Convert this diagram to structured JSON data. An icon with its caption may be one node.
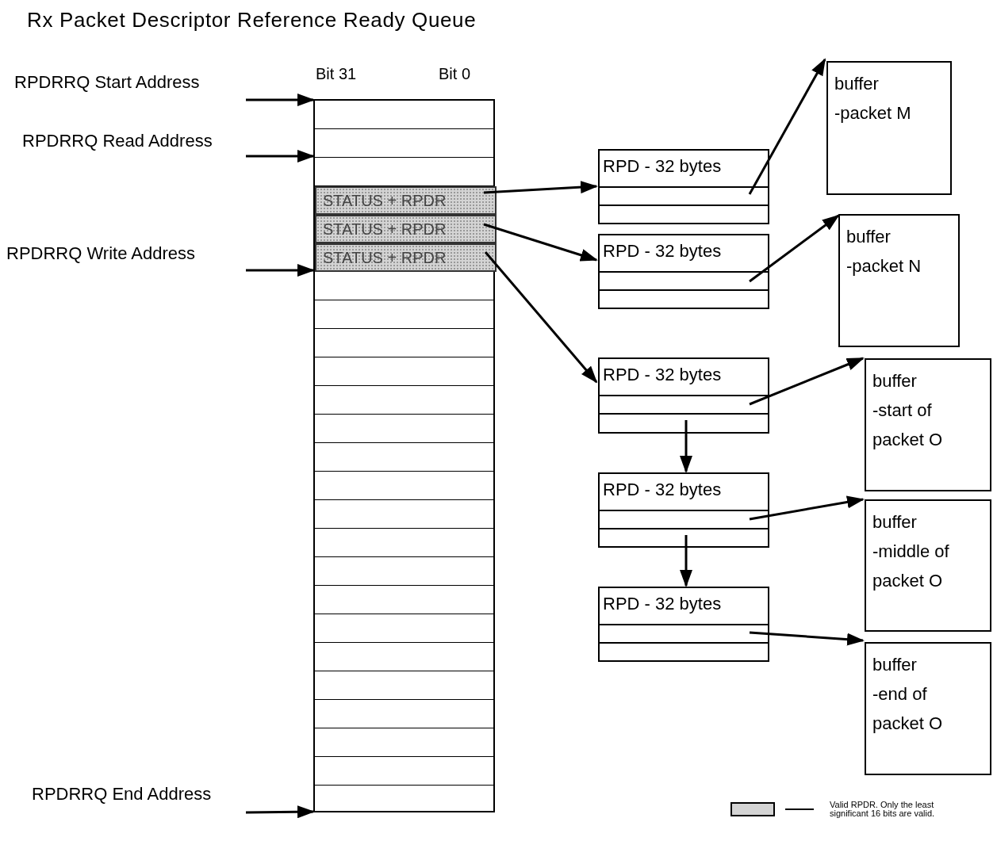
{
  "diagram": {
    "title": "Rx Packet Descriptor Reference Ready Queue",
    "nodes": [
      {
        "text": [
          "RPDRRQ Start Address"
        ]
      },
      {
        "text": [
          "RPDRRQ Read Address"
        ]
      },
      {
        "text": [
          "RPDRRQ Write Address"
        ]
      },
      {
        "text": [
          "RPDRRQ End Address"
        ]
      },
      {
        "text": [],
        "shape": "box"
      },
      {
        "text": [
          "STATUS + RPDR"
        ],
        "in": 4
      },
      {
        "text": [
          "STATUS + RPDR"
        ],
        "in": 4
      },
      {
        "text": [
          "STATUS + RPDR"
        ],
        "in": 4
      },
      {
        "text": [
          "RPD - 32 bytes"
        ]
      },
      {
        "text": [
          "RPD - 32 bytes"
        ]
      },
      {
        "text": [
          "RPD - 32 bytes"
        ]
      },
      {
        "text": [
          "RPD - 32 bytes"
        ]
      },
      {
        "text": [
          "RPD - 32 bytes"
        ]
      },
      {
        "text": [
          "buffer",
          "-packet M"
        ]
      },
      {
        "text": [
          "buffer",
          "-packet N"
        ]
      },
      {
        "text": [
          "buffer",
          "-start of packet O"
        ]
      },
      {
        "text": [
          "buffer",
          "-middle of packet O"
        ]
      },
      {
        "text": [
          "buffer",
          "-end of packet O"
        ]
      }
    ],
    "edges": [
      {
        "from": 0,
        "to": 4,
        "arrow": "to"
      },
      {
        "from": 1,
        "to": 4,
        "arrow": "to"
      },
      {
        "from": 2,
        "to": 4,
        "arrow": "to"
      },
      {
        "from": 3,
        "to": 4,
        "arrow": "to"
      },
      {
        "from": 5,
        "to": 8,
        "arrow": "to"
      },
      {
        "from": 6,
        "to": 9,
        "arrow": "to"
      },
      {
        "from": 7,
        "to": 10,
        "arrow": "to"
      },
      {
        "from": 8,
        "to": 13,
        "arrow": "to"
      },
      {
        "from": 9,
        "to": 14,
        "arrow": "to"
      },
      {
        "from": 10,
        "to": 15,
        "arrow": "to"
      },
      {
        "from": 11,
        "to": 16,
        "arrow": "to"
      },
      {
        "from": 12,
        "to": 17,
        "arrow": "to"
      },
      {
        "from": 10,
        "to": 11,
        "arrow": "to"
      },
      {
        "from": 11,
        "to": 12,
        "arrow": "to"
      }
    ],
    "labels": [
      "Bit 31",
      "Bit 0"
    ],
    "legend": [
      {
        "text": "Valid RPDR. Only the least significant 16 bits are valid.",
        "color": "#d4d4d4"
      }
    ]
  }
}
